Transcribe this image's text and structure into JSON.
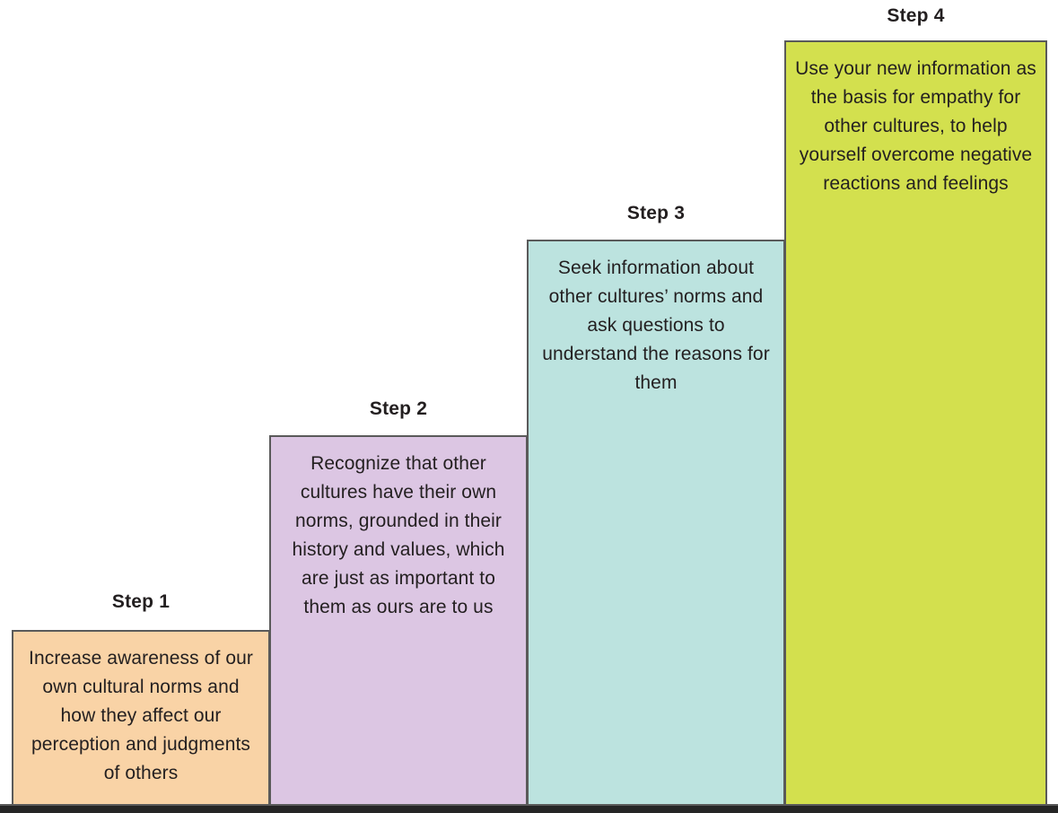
{
  "diagram": {
    "type": "staircase",
    "title": "",
    "baseline_color": "#5a5a5a",
    "bottom_bar_color": "#252525",
    "steps": [
      {
        "label": "Step 1",
        "text": "Increase awareness of our own cultural norms and how they affect our perception and judgments of others",
        "fill": "#f9d3a6",
        "order": 1
      },
      {
        "label": "Step 2",
        "text": "Recognize that other cultures have their own norms, grounded in their history and values, which are just as important to them as ours are to us",
        "fill": "#dcc6e3",
        "order": 2
      },
      {
        "label": "Step 3",
        "text": "Seek information about other cultures’ norms and ask questions to understand the reasons for them",
        "fill": "#bce3df",
        "order": 3
      },
      {
        "label": "Step 4",
        "text": "Use your new information as the basis for empathy for other cultures, to help yourself overcome negative reactions and feelings",
        "fill": "#d3e04e",
        "order": 4
      }
    ]
  }
}
